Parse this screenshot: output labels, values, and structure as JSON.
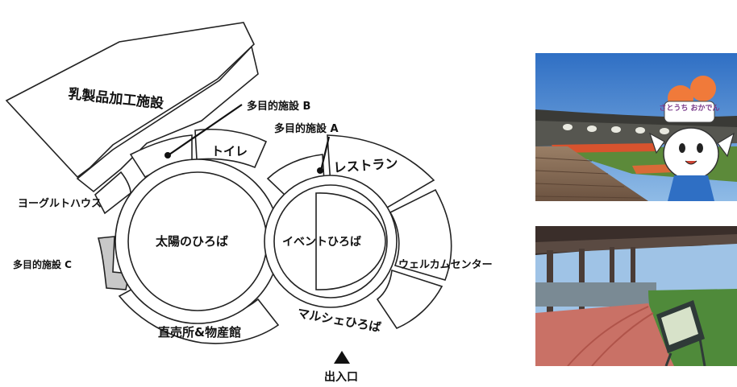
{
  "map": {
    "labels": {
      "dairy_processing": "乳製品加工施設",
      "multipurpose_b": "多目的施設 B",
      "multipurpose_a": "多目的施設 A",
      "multipurpose_c": "多目的施設 C",
      "toilet": "トイレ",
      "restaurant": "レストラン",
      "yogurt_house": "ヨーグルトハウス",
      "sun_plaza": "太陽のひろば",
      "event_plaza": "イベントひろば",
      "welcome_center": "ウェルカムセンター",
      "marche_plaza": "マルシェひろば",
      "direct_sales": "直売所&物産館",
      "entrance": "出入口"
    }
  },
  "photos": {
    "top": {
      "mascot_sign": "さとうち おかでん"
    }
  },
  "colors": {
    "line": "#222222",
    "fill": "#ffffff",
    "gray_zone": "#c8c8c8",
    "sky": "#3f7fd0"
  }
}
